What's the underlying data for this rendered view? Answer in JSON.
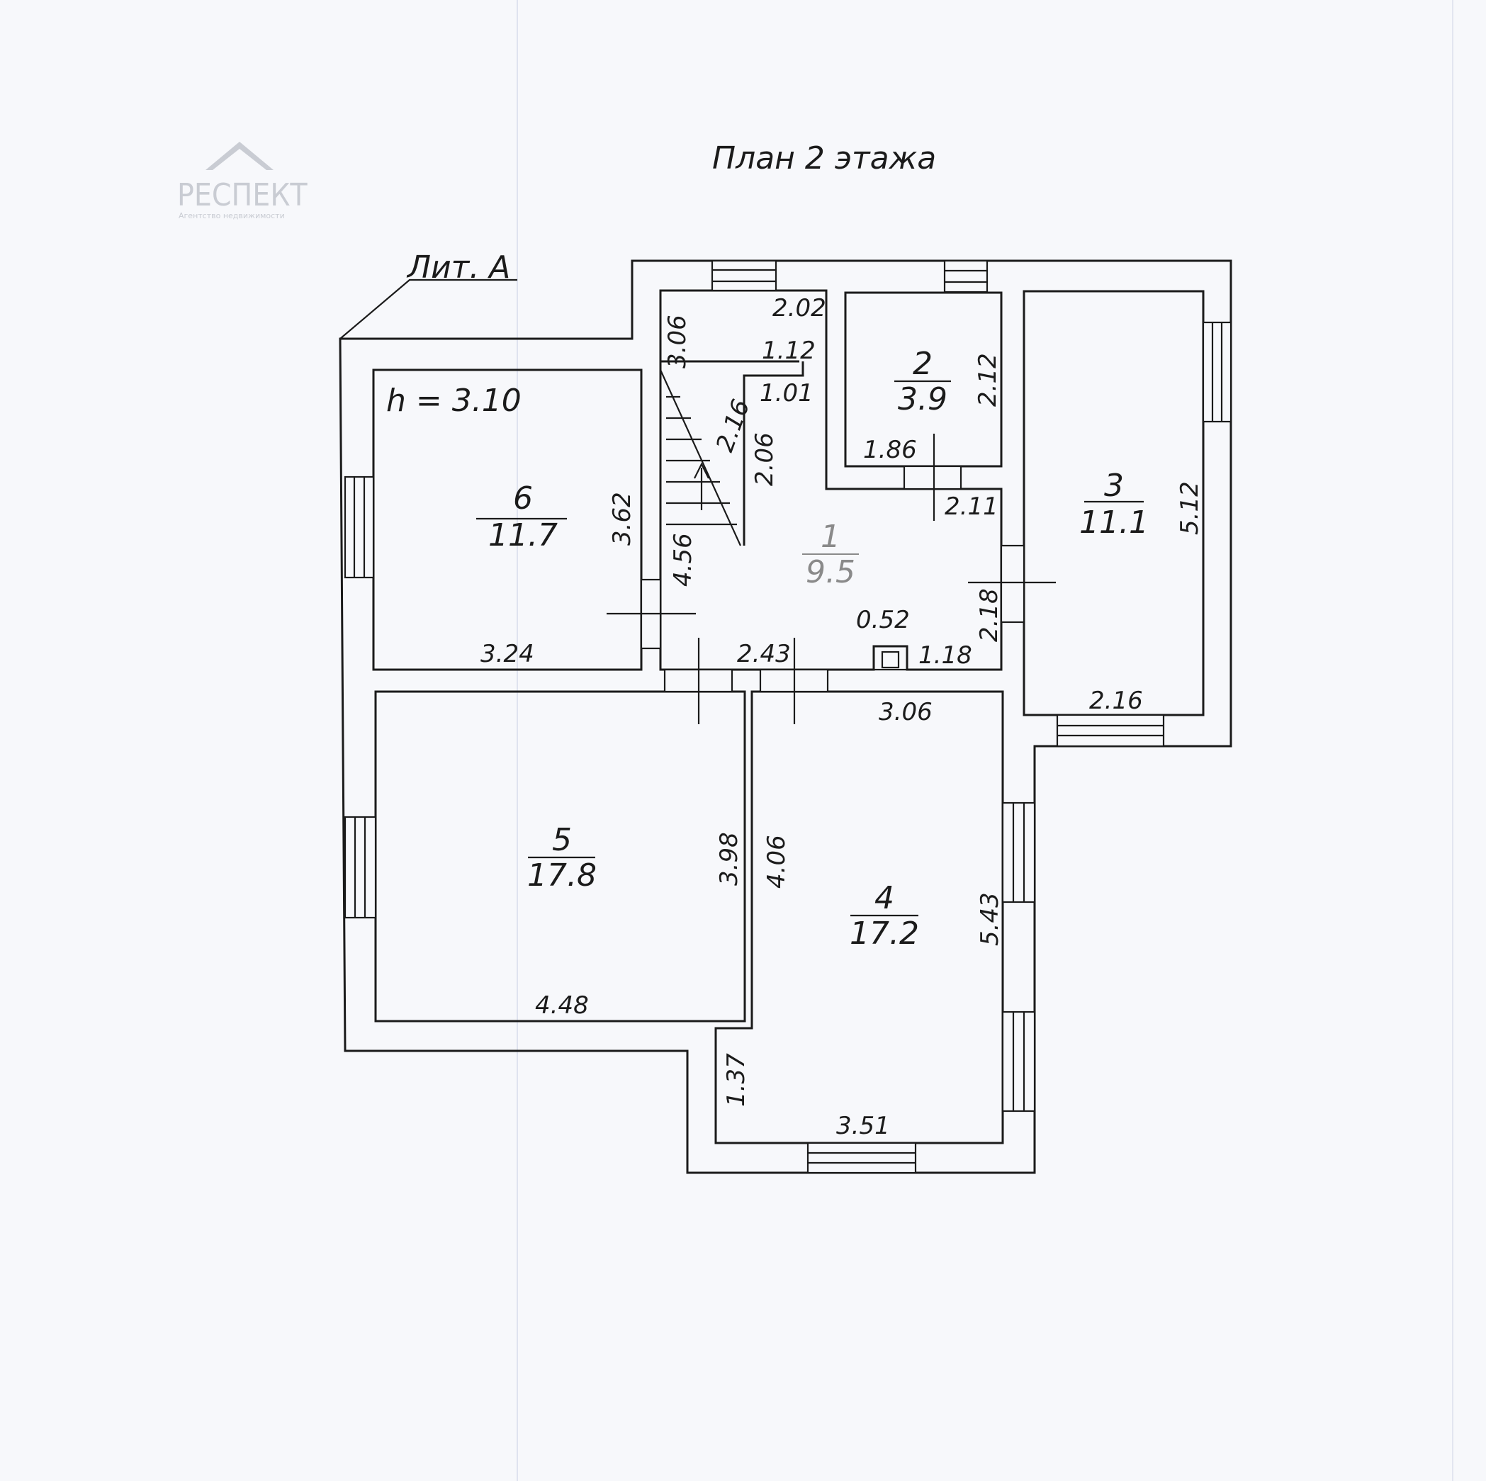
{
  "title": "План 2 этажа",
  "litera": "Лит. А",
  "ceiling_height": "h = 3.10",
  "logo": {
    "name": "РЕСПЕКТ",
    "tagline": "Агентство недвижимости"
  },
  "rooms": [
    {
      "number": "1",
      "area": "9.5"
    },
    {
      "number": "2",
      "area": "3.9"
    },
    {
      "number": "3",
      "area": "11.1"
    },
    {
      "number": "4",
      "area": "17.2"
    },
    {
      "number": "5",
      "area": "17.8"
    },
    {
      "number": "6",
      "area": "11.7"
    }
  ],
  "dimensions": {
    "stair_top": "2.02",
    "stair_side": "3.06",
    "stair_inner_top": "1.12",
    "stair_run": "2.16",
    "hall_top": "1.01",
    "hall_left": "2.06",
    "hall_stair_side": "4.56",
    "hall_bottom": "2.43",
    "chimney": "0.52",
    "hall_right_bottom": "1.18",
    "hall_right": "2.18",
    "r2_right": "2.12",
    "r2_bottom": "1.86",
    "r2_below": "2.11",
    "r3_right": "5.12",
    "r3_bottom": "2.16",
    "r6_right": "3.62",
    "r6_bottom": "3.24",
    "r5_right": "3.98",
    "r5_bottom": "4.48",
    "r4_left": "4.06",
    "r4_top": "3.06",
    "r4_right": "5.43",
    "r4_notch": "1.37",
    "r4_bottom": "3.51"
  }
}
